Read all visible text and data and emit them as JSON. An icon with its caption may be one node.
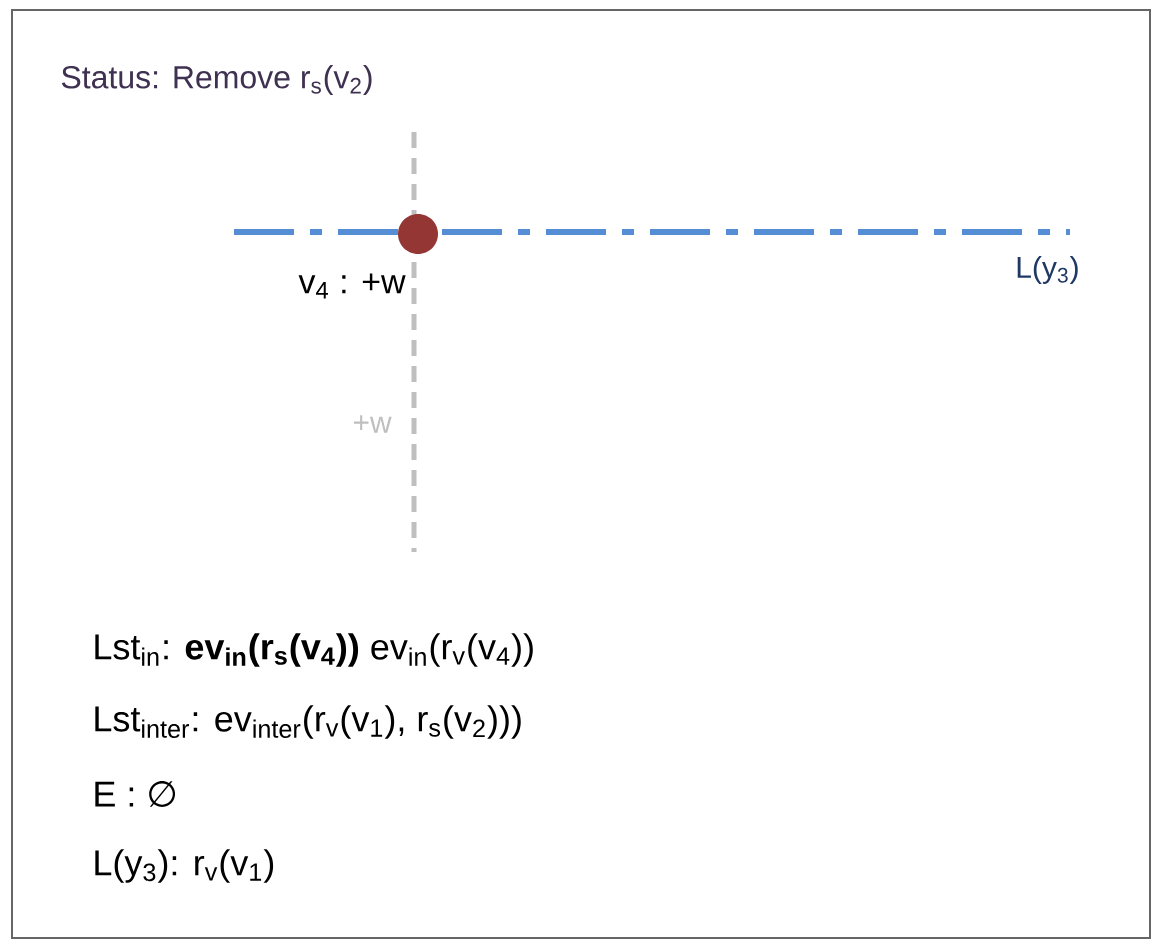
{
  "diagram": {
    "title": "Status: Remove r$_{s}$(v$_{2}$)",
    "labels": [
      "v$_{4}$ : +w",
      "L(y$_{3}$)",
      "+w",
      "Lst$_{in}$: **ev$_{in}$(r$_{s}$(v$_{4}$))** ev$_{in}$(r$_{v}$(v$_{4}$))",
      "Lst$_{inter}$: ev$_{inter}$(r$_{v}$(v$_{1}$), r$_{s}$(v$_{2}$)))",
      "E : ∅",
      "L(y$_{3}$): r$_{v}$(v$_{1}$)"
    ]
  }
}
